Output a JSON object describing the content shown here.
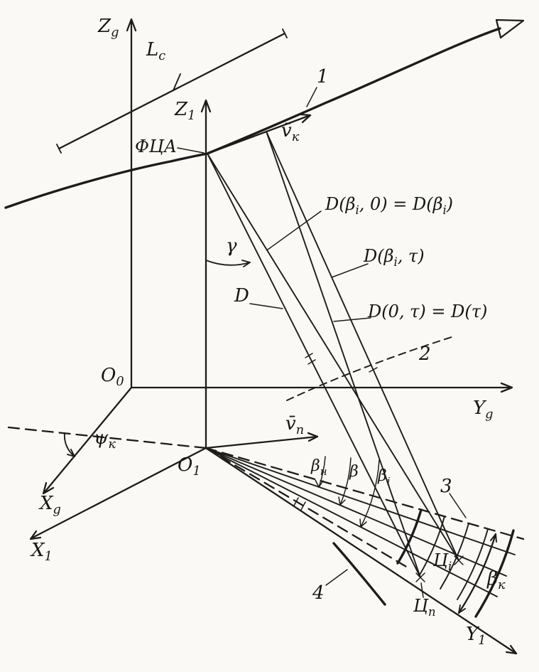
{
  "title": "Geometry of radar viewing of ground targets from a moving carrier",
  "colors": {
    "ink": "#1c1c1c",
    "background": "#faf9f5"
  },
  "labels": {
    "axis_zg": {
      "parts": [
        {
          "t": "Z"
        },
        {
          "t": "g",
          "sub": true
        }
      ]
    },
    "axis_z1": {
      "parts": [
        {
          "t": "Z"
        },
        {
          "t": "1",
          "sub": true
        }
      ]
    },
    "axis_yg": {
      "parts": [
        {
          "t": "Y"
        },
        {
          "t": "g",
          "sub": true
        }
      ]
    },
    "axis_y1": {
      "parts": [
        {
          "t": "Y"
        },
        {
          "t": "1",
          "sub": true
        }
      ]
    },
    "axis_xg": {
      "parts": [
        {
          "t": "X"
        },
        {
          "t": "g",
          "sub": true
        }
      ]
    },
    "axis_x1": {
      "parts": [
        {
          "t": "X"
        },
        {
          "t": "1",
          "sub": true
        }
      ]
    },
    "origin_o0": {
      "parts": [
        {
          "t": "O"
        },
        {
          "t": "0",
          "sub": true
        }
      ]
    },
    "origin_o1": {
      "parts": [
        {
          "t": "O"
        },
        {
          "t": "1",
          "sub": true
        }
      ]
    },
    "baseline_lc": {
      "parts": [
        {
          "t": "L"
        },
        {
          "t": "c",
          "sub": true
        }
      ]
    },
    "antenna_phase_center": {
      "parts": [
        {
          "t": "ФЦА"
        }
      ]
    },
    "velocity_vk": {
      "parts": [
        {
          "t": "v̄"
        },
        {
          "t": "к",
          "sub": true
        }
      ]
    },
    "velocity_vp": {
      "parts": [
        {
          "t": "v̄"
        },
        {
          "t": "п",
          "sub": true
        }
      ]
    },
    "angle_gamma": {
      "parts": [
        {
          "t": "γ"
        }
      ]
    },
    "angle_psi_k": {
      "parts": [
        {
          "t": "ψ"
        },
        {
          "t": "к",
          "sub": true
        }
      ]
    },
    "angle_beta_n": {
      "parts": [
        {
          "t": "β"
        },
        {
          "t": "н",
          "sub": true
        }
      ]
    },
    "angle_beta": {
      "parts": [
        {
          "t": "β"
        }
      ]
    },
    "angle_beta_i": {
      "parts": [
        {
          "t": "β"
        },
        {
          "t": "i",
          "sub": true
        }
      ]
    },
    "angle_beta_k": {
      "parts": [
        {
          "t": "β"
        },
        {
          "t": "к",
          "sub": true
        }
      ]
    },
    "range_d": {
      "parts": [
        {
          "t": "D"
        }
      ]
    },
    "range_eq_1": {
      "parts": [
        {
          "t": "D(β"
        },
        {
          "t": "i",
          "sub": true
        },
        {
          "t": ", 0) = D(β"
        },
        {
          "t": "i",
          "sub": true
        },
        {
          "t": ")"
        }
      ]
    },
    "range_eq_2": {
      "parts": [
        {
          "t": "D(β"
        },
        {
          "t": "i",
          "sub": true
        },
        {
          "t": ", τ)"
        }
      ]
    },
    "range_eq_3": {
      "parts": [
        {
          "t": "D(0, τ) = D(τ)"
        }
      ]
    },
    "marker_1": {
      "parts": [
        {
          "t": "1"
        }
      ]
    },
    "marker_2": {
      "parts": [
        {
          "t": "2"
        }
      ]
    },
    "marker_3": {
      "parts": [
        {
          "t": "3"
        }
      ]
    },
    "marker_4": {
      "parts": [
        {
          "t": "4"
        }
      ]
    },
    "target_ci": {
      "parts": [
        {
          "t": "Ц"
        },
        {
          "t": "i",
          "sub": true
        }
      ]
    },
    "target_cp": {
      "parts": [
        {
          "t": "Ц"
        },
        {
          "t": "п",
          "sub": true
        }
      ]
    }
  }
}
